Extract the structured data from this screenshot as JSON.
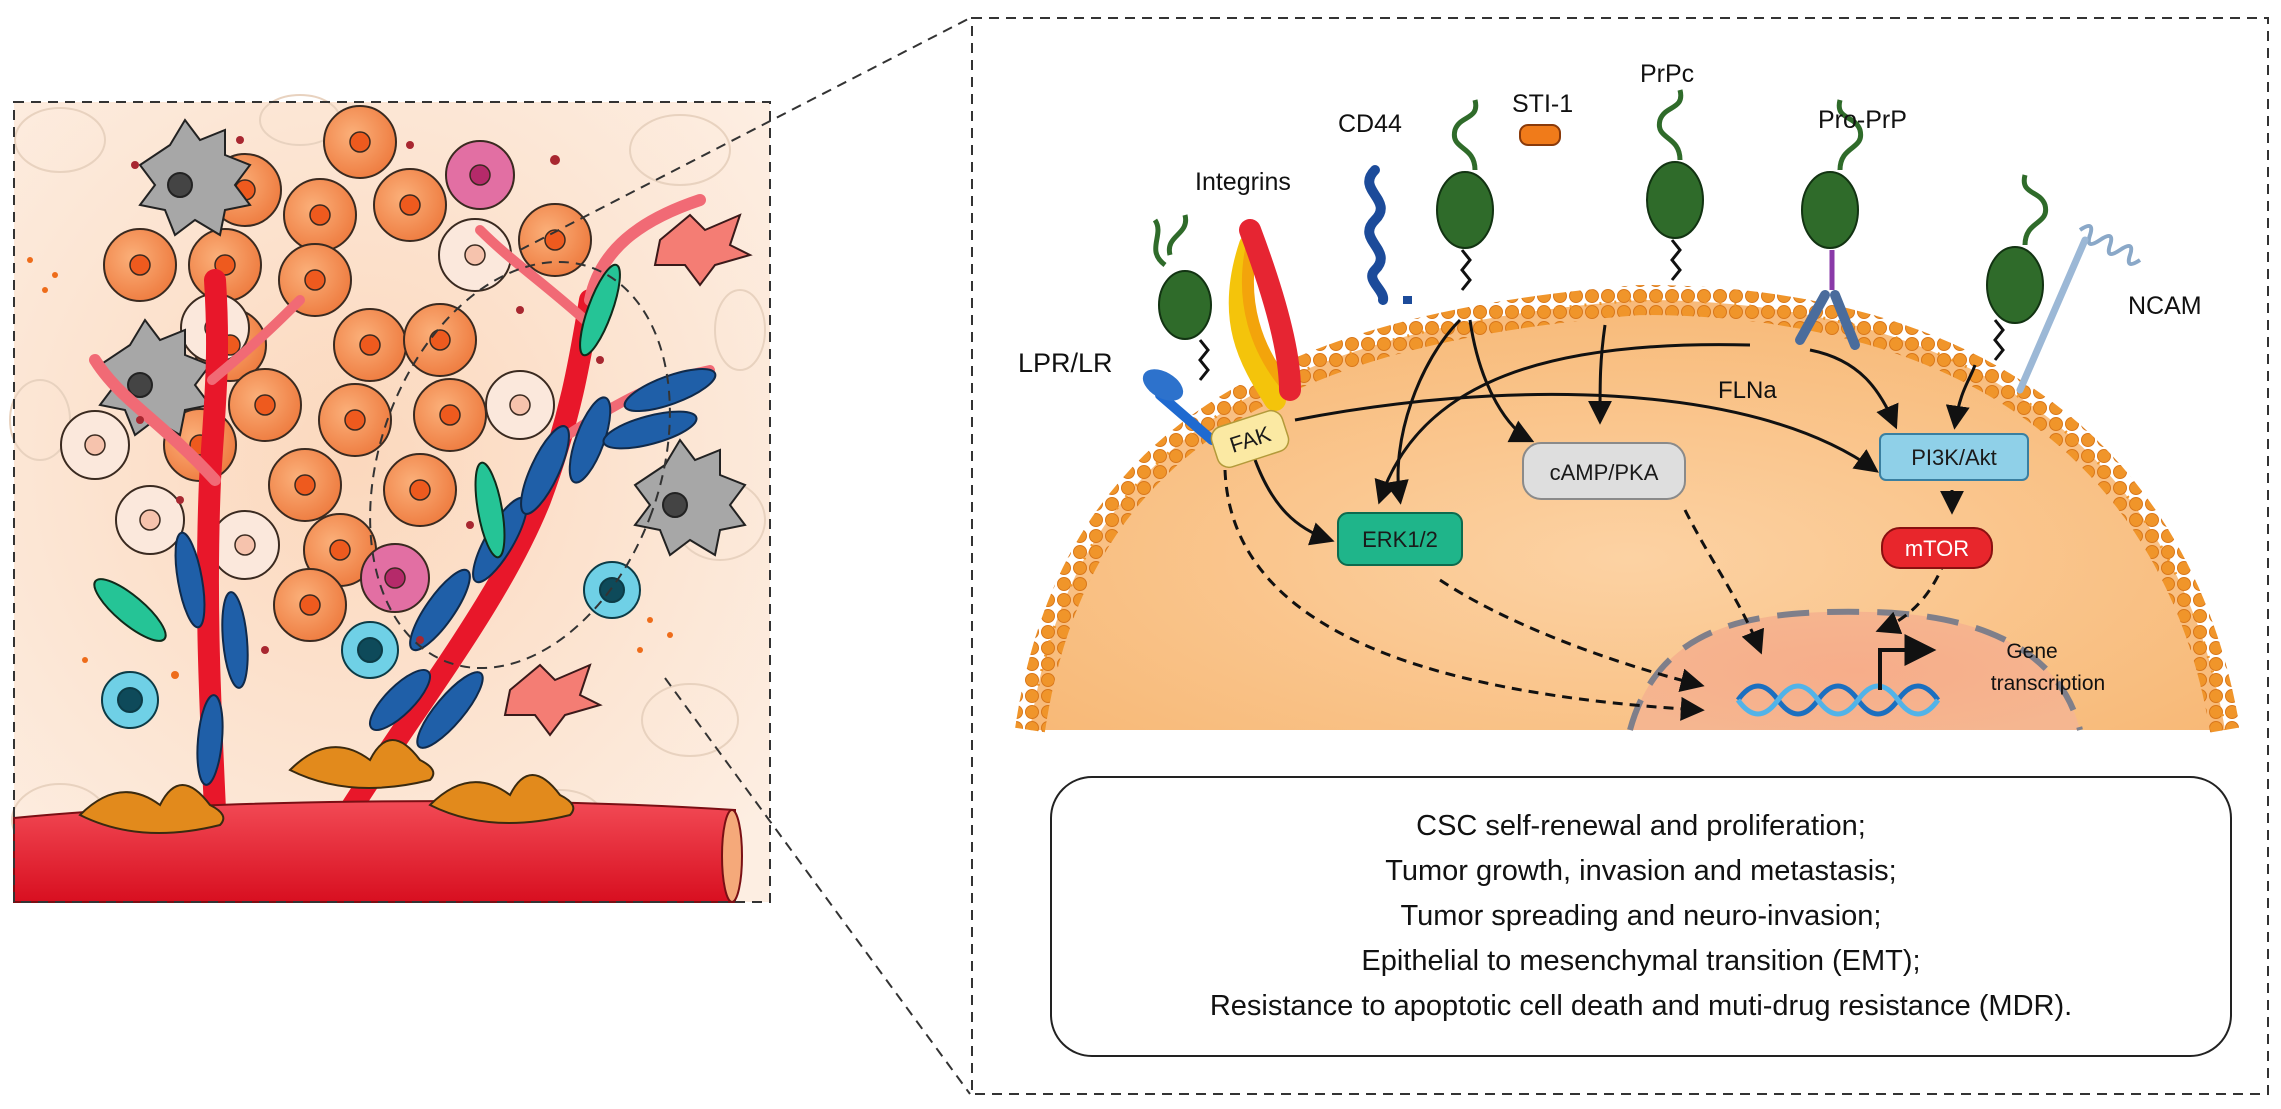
{
  "receptors": {
    "lpr_lr": "LPR/LR",
    "integrins": "Integrins",
    "cd44": "CD44",
    "sti1": "STI-1",
    "prpc": "PrPc",
    "pro_prp": "Pro-PrP",
    "ncam": "NCAM",
    "flna": "FLNa"
  },
  "signaling": {
    "fak": "FAK",
    "erk": "ERK1/2",
    "camp": "cAMP/PKA",
    "pi3k": "PI3K/Akt",
    "mtor": "mTOR",
    "gene_line1": "Gene",
    "gene_line2": "transcription"
  },
  "outcomes": [
    "CSC self-renewal and proliferation;",
    "Tumor growth, invasion and metastasis;",
    "Tumor spreading and neuro-invasion;",
    "Epithelial to mesenchymal transition (EMT);",
    "Resistance to apoptotic cell death and muti-drug resistance (MDR)."
  ],
  "colors": {
    "fak": "#fbe9a3",
    "erk": "#1fb58a",
    "camp": "#d9d9d9",
    "pi3k": "#8fd0e8",
    "mtor": "#e8262c",
    "prp_head": "#2f6b2a",
    "membrane": "#f0952a",
    "cytoplasm": "#fbc690",
    "vessel": "#e8172a"
  }
}
